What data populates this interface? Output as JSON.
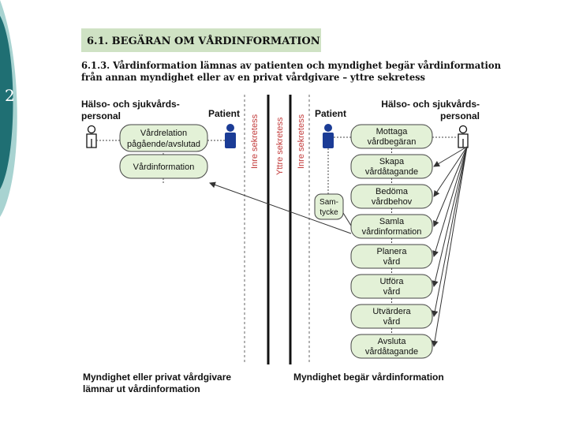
{
  "slide": {
    "number": "2"
  },
  "section_title": "6.1. BEGÄRAN OM VÅRDINFORMATION",
  "subtitle": {
    "line1": "6.1.3. Vårdinformation lämnas av patienten och myndighet begär vårdinformation",
    "line2": "från annan myndighet eller av en privat vårdgivare – yttre sekretess"
  },
  "left": {
    "actor_label": [
      "Hälso- och sjukvårds-",
      "personal"
    ],
    "patient_label": "Patient",
    "boxes": [
      [
        "Vårdrelation",
        "pågående/avslutad"
      ],
      [
        "Vårdinformation"
      ]
    ],
    "footer": [
      "Myndighet eller privat vårdgivare",
      "lämnar ut vårdinformation"
    ]
  },
  "barriers": {
    "inre_left": "Inre sekretess",
    "yttre": "Yttre sekretess",
    "inre_right": "Inre sekretess"
  },
  "right": {
    "patient_label": "Patient",
    "actor_label": [
      "Hälso- och sjukvårds-",
      "personal"
    ],
    "consent": [
      "Sam-",
      "tycke"
    ],
    "steps": [
      [
        "Mottaga",
        "vårdbegäran"
      ],
      [
        "Skapa",
        "vårdåtagande"
      ],
      [
        "Bedöma",
        "vårdbehov"
      ],
      [
        "Samla",
        "vårdinformation"
      ],
      [
        "Planera",
        "vård"
      ],
      [
        "Utföra",
        "vård"
      ],
      [
        "Utvärdera",
        "vård"
      ],
      [
        "Avsluta",
        "vårdåtagande"
      ]
    ],
    "footer": "Myndighet begär vårdinformation"
  },
  "colors": {
    "teal_dark": "#1f6f73",
    "teal_light": "#a8d3d1",
    "title_band": "#cfe2c4",
    "box_fill": "#e3f1d7",
    "patient_blue": "#1b3c96",
    "barrier_red": "#c23a3a"
  }
}
